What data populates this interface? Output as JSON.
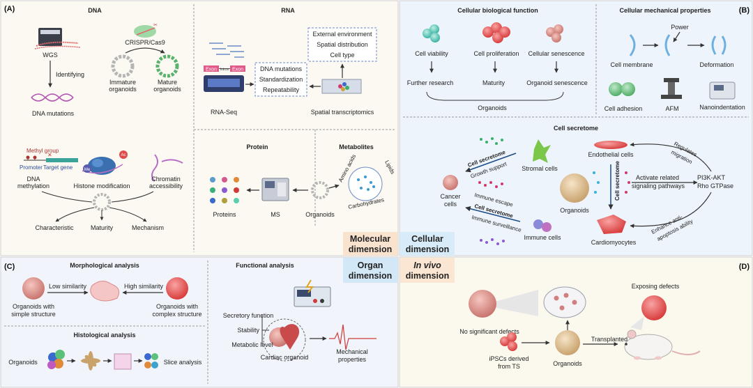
{
  "panels": {
    "A": {
      "label": "(A)",
      "dna": {
        "title": "DNA",
        "wgs": "WGS",
        "identifying": "Identifying",
        "dna_mutations": "DNA mutations",
        "crispr": "CRISPR/Cas9",
        "immature_1": "Immature",
        "immature_2": "organoids",
        "mature_1": "Mature",
        "mature_2": "organoids"
      },
      "epi": {
        "methyl_group": "Methyl group",
        "promoter": "Promoter",
        "target_gene": "Target gene",
        "ac": "Ac",
        "me": "Me",
        "dna_meth_1": "DNA",
        "dna_meth_2": "methylation",
        "histone": "Histone modification",
        "chrom_1": "Chromatin",
        "chrom_2": "accessibility",
        "characteristic": "Characteristic",
        "maturity": "Maturity",
        "mechanism": "Mechanism"
      },
      "rna": {
        "title": "RNA",
        "exon1": "Exon",
        "intron": "Intron",
        "exon2": "Exon",
        "rna_seq": "RNA-Seq",
        "box1": [
          "DNA mutations",
          "Standardization",
          "Repeatability"
        ],
        "box2": [
          "External environment",
          "Spatial distribution",
          "Cell type"
        ],
        "spatial": "Spatial transcriptomics"
      },
      "protein": {
        "title": "Protein",
        "proteins": "Proteins",
        "ms": "MS",
        "organoids": "Organoids"
      },
      "metabolites": {
        "title": "Metabolites",
        "amino": "Amino acids",
        "lipids": "Lipids",
        "carbs": "Carbohydrates"
      }
    },
    "B": {
      "label": "(B)",
      "bio": {
        "title": "Cellular biological function",
        "viability": "Cell viability",
        "proliferation": "Cell proliferation",
        "senescence": "Cellular senescence",
        "further": "Further research",
        "maturity": "Maturity",
        "org_senescence": "Organoid senescence",
        "organoids": "Organoids"
      },
      "mech": {
        "title": "Cellular mechanical properties",
        "power": "Power",
        "membrane": "Cell membrane",
        "deformation": "Deformation",
        "adhesion": "Cell adhesion",
        "afm": "AFM",
        "nano": "Nanoindentation"
      },
      "secretome": {
        "title": "Cell secretome",
        "cell_secretome": "Cell secretome",
        "growth": "Growth support",
        "stromal": "Stromal cells",
        "endothelial": "Endothelial cells",
        "cancer_1": "Cancer",
        "cancer_2": "cells",
        "escape": "Immune escape",
        "surveillance": "Immune surveillance",
        "immune": "Immune cells",
        "organoids": "Organoids",
        "cardio": "Cardiomyocytes",
        "activate_1": "Activate related",
        "activate_2": "signaling pathways",
        "regulates_1": "Regulates",
        "regulates_2": "migration",
        "pi3k": "PI3K-AKT",
        "rho": "Rho GTPase",
        "enhance_1": "Enhance anti-",
        "enhance_2": "apoptosis ability"
      }
    },
    "C": {
      "label": "(C)",
      "morph": {
        "title": "Morphological analysis",
        "low": "Low similarity",
        "high": "High similarity",
        "simple_1": "Organoids with",
        "simple_2": "simple structure",
        "complex_1": "Organoids with",
        "complex_2": "complex structure"
      },
      "histo": {
        "title": "Histological analysis",
        "organoids": "Organoids",
        "slice": "Slice analysis"
      },
      "func": {
        "title": "Functional analysis",
        "secretory": "Secretory function",
        "stability": "Stability",
        "metabolic": "Metabolic level",
        "cardiac": "Cardiac organoid",
        "mech_1": "Mechanical",
        "mech_2": "properties"
      }
    },
    "D": {
      "label": "(D)",
      "no_defects": "No significant defects",
      "exposing": "Exposing defects",
      "ipsc_1": "iPSCs derived",
      "ipsc_2": "from TS",
      "organoids": "Organoids",
      "transplanted": "Transplanted"
    }
  },
  "dimensions": {
    "molecular": [
      "Molecular",
      "dimension"
    ],
    "cellular": [
      "Cellular",
      "dimension"
    ],
    "organ": [
      "Organ",
      "dimension"
    ],
    "invivo": [
      "In vivo",
      "dimension"
    ]
  },
  "colors": {
    "panel_a": "#fbf9f1",
    "panel_b": "#eef4fb",
    "panel_c": "#f1f5fb",
    "panel_d": "#fbf9ee",
    "molecular": "#f9e3cf",
    "cellular": "#d7ecf8",
    "organ": "#d3e8f7",
    "invivo": "#fae6d2"
  }
}
